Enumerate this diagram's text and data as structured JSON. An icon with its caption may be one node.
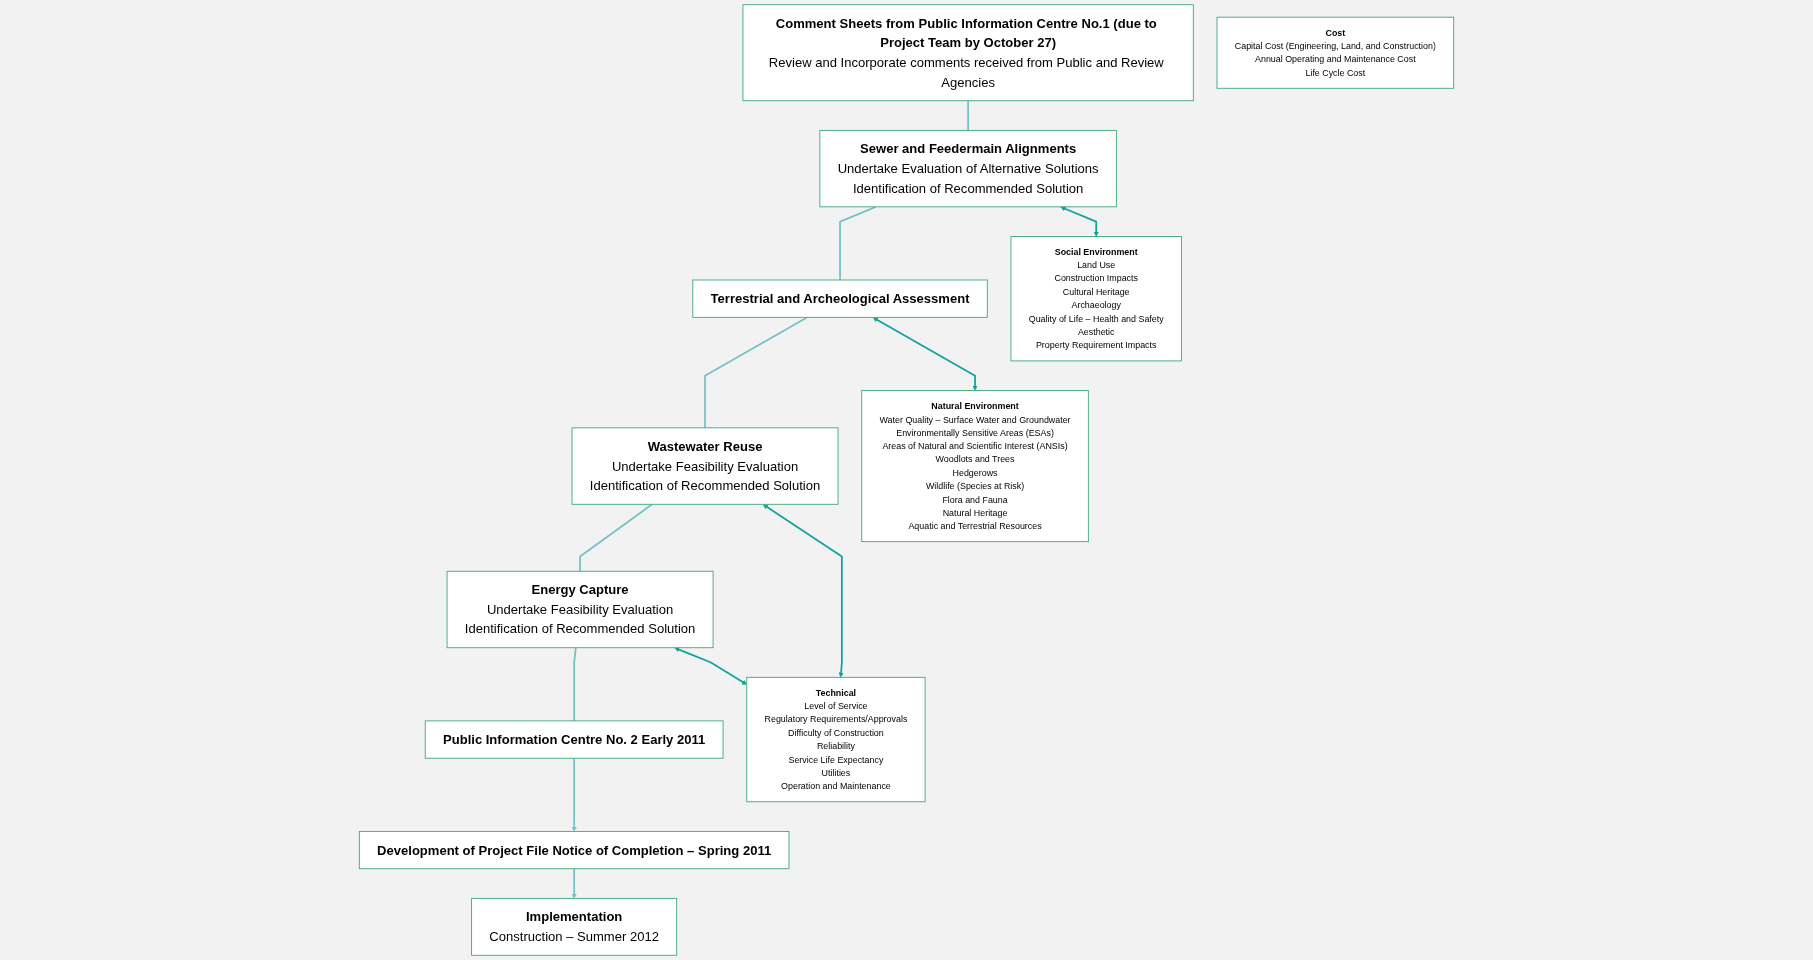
{
  "diagram": {
    "nodes": [
      {
        "text": [
          "Comment Sheets from Public Information Centre No.1 (due to Project Team by October 27)",
          "Review and Incorporate comments received from Public and Review Agencies"
        ]
      },
      {
        "text": [
          "Sewer and Feedermain Alignments",
          "Undertake Evaluation of Alternative Solutions",
          "Identification of Recommended Solution"
        ]
      },
      {
        "text": [
          "Terrestrial and Archeological Assessment"
        ]
      },
      {
        "text": [
          "Wastewater Reuse",
          "Undertake Feasibility Evaluation",
          "Identification of Recommended Solution"
        ]
      },
      {
        "text": [
          "Energy Capture",
          "Undertake Feasibility Evaluation",
          "Identification of Recommended Solution"
        ]
      },
      {
        "text": [
          "Public Information Centre No. 2 Early 2011"
        ]
      },
      {
        "text": [
          "Development of Project File Notice of  Completion – Spring 2011"
        ]
      },
      {
        "text": [
          "Implementation",
          "Construction – Summer 2012"
        ]
      },
      {
        "text": [
          "Social Environment",
          "Land Use",
          "Construction Impacts",
          "Cultural Heritage",
          "Archaeology",
          "Quality of Life – Health and Safety",
          "Aesthetic",
          "Property Requirement Impacts"
        ]
      },
      {
        "text": [
          "Natural Environment",
          "Water Quality – Surface Water and Groundwater",
          "Environmentally Sensitive Areas (ESAs)",
          "Areas of Natural and Scientific Interest (ANSIs)",
          "Woodlots and Trees",
          "Hedgerows",
          "Wildlife (Species at Risk)",
          "Flora and Fauna",
          "Natural Heritage",
          "Aquatic and Terrestrial Resources"
        ]
      },
      {
        "text": [
          "Technical",
          "Level of Service",
          "Regulatory Requirements/Approvals",
          "Difficulty of Construction",
          "Reliability",
          "Service Life Expectancy",
          "Utilities",
          "Operation and Maintenance"
        ]
      },
      {
        "text": [
          "Cost",
          "Capital Cost (Engineering, Land, and Construction)",
          "Annual Operating and Maintenance Cost",
          "Life Cycle Cost"
        ]
      }
    ],
    "edges": [
      {
        "from": 0,
        "to": 1,
        "arrow": "none"
      },
      {
        "from": 1,
        "to": 2,
        "arrow": "none"
      },
      {
        "from": 2,
        "to": 3,
        "arrow": "none"
      },
      {
        "from": 3,
        "to": 4,
        "arrow": "none"
      },
      {
        "from": 4,
        "to": 5,
        "arrow": "none"
      },
      {
        "from": 5,
        "to": 6,
        "arrow": "to"
      },
      {
        "from": 6,
        "to": 7,
        "arrow": "to"
      },
      {
        "from": 1,
        "to": 8,
        "arrow": "both",
        "color": "#13a39b"
      },
      {
        "from": 2,
        "to": 9,
        "arrow": "both",
        "color": "#13a39b"
      },
      {
        "from": 3,
        "to": 10,
        "arrow": "both",
        "color": "#13a39b"
      },
      {
        "from": 4,
        "to": 10,
        "arrow": "both",
        "color": "#13a39b"
      }
    ]
  }
}
